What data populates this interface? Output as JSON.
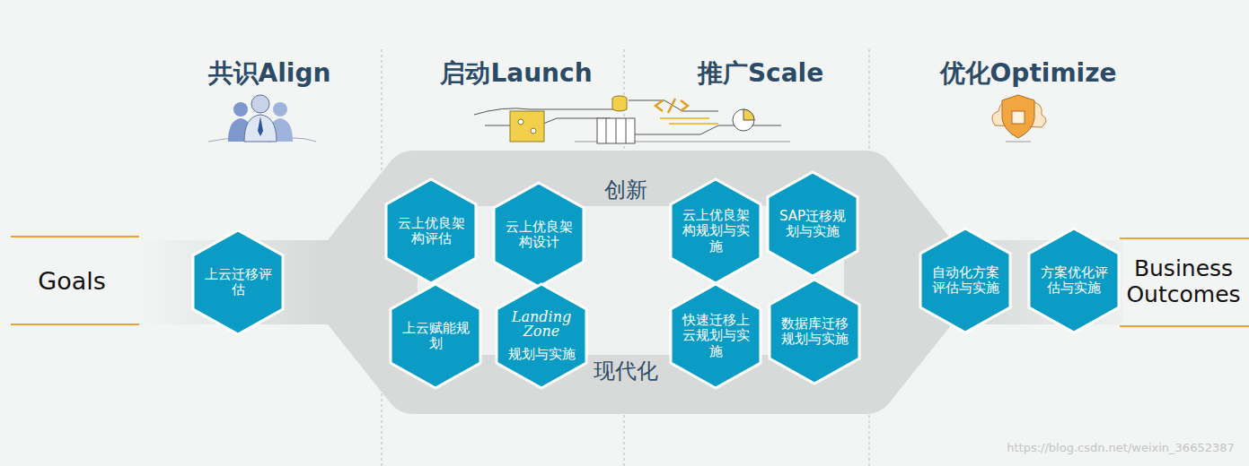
{
  "diagram": {
    "nodes": [
      {
        "text": [
          "上云迁移评估"
        ]
      },
      {
        "text": [
          "创新",
          "现代化"
        ]
      },
      {
        "text": [
          "云上优良架构评估"
        ],
        "in": 1
      },
      {
        "text": [
          "云上优良架构设计"
        ],
        "in": 1
      },
      {
        "text": [
          "云上优良架构规划与实施"
        ],
        "in": 1
      },
      {
        "text": [
          "SAP迁移规划与实施"
        ],
        "in": 1
      },
      {
        "text": [
          "上云赋能规划"
        ],
        "in": 1
      },
      {
        "text": [
          "Landing Zone",
          "规划与实施"
        ],
        "in": 1
      },
      {
        "text": [
          "快速迁移上云规划与实施"
        ],
        "in": 1
      },
      {
        "text": [
          "数据库迁移规划与实施"
        ],
        "in": 1
      },
      {
        "text": [
          "自动化方案评估与实施"
        ]
      },
      {
        "text": [
          "方案优化评估与实施"
        ]
      }
    ],
    "edges": [],
    "labels": [
      "共识Align",
      "启动Launch",
      "推广Scale",
      "优化Optimize",
      "Goals",
      "Business Outcomes",
      "https://blog.csdn.net/weixin_36652387"
    ]
  }
}
